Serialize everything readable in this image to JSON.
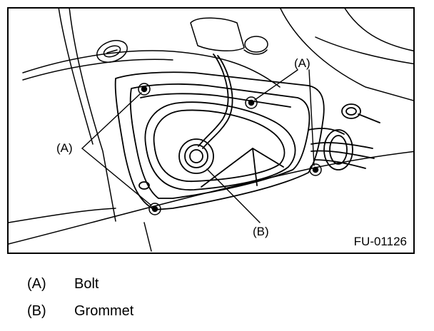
{
  "figure": {
    "code": "FU-01126",
    "callouts": {
      "a_left": "(A)",
      "a_top": "(A)",
      "b": "(B)"
    }
  },
  "legend": [
    {
      "key": "(A)",
      "label": "Bolt"
    },
    {
      "key": "(B)",
      "label": "Grommet"
    }
  ]
}
